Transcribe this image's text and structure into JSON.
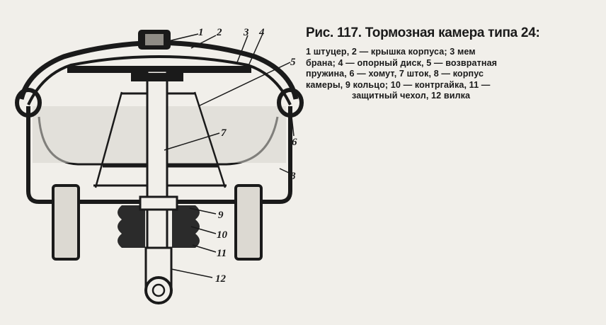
{
  "caption": {
    "title": "Рис. 117. Тормозная камера типа 24:",
    "lines": [
      "1 штуцер, 2 — крышка корпуса; 3 мем",
      "брана; 4 — опорный диск, 5 — возвратная",
      "пружина, 6 — хомут, 7 шток, 8 — корпус",
      "камеры, 9 кольцо; 10 — контргайка, 11 —",
      "защитный чехол, 12 вилка"
    ]
  },
  "figure": {
    "labels": [
      "1",
      "2",
      "3",
      "4",
      "5",
      "6",
      "7",
      "8",
      "9",
      "10",
      "11",
      "12"
    ]
  },
  "colors": {
    "ink": "#1a1a1a",
    "paper": "#f1efea",
    "shade": "#bdbab3"
  }
}
